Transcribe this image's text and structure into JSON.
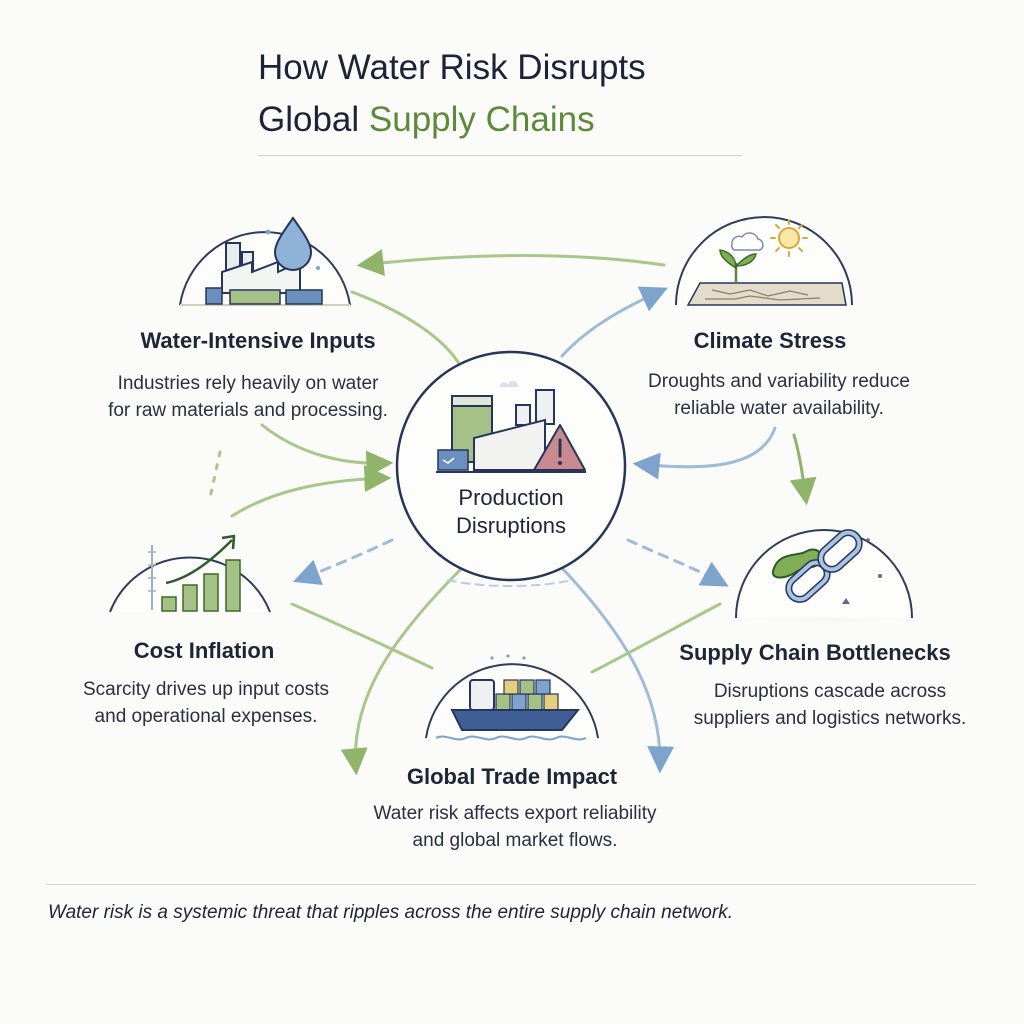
{
  "title": {
    "line1": "How Water Risk Disrupts",
    "line2_plain": "Global ",
    "line2_accent": "Supply Chains"
  },
  "center": {
    "label_line1": "Production",
    "label_line2": "Disruptions",
    "icon": "factory-warning-icon"
  },
  "nodes": {
    "water_inputs": {
      "title": "Water-Intensive Inputs",
      "desc_line1": "Industries rely heavily on water",
      "desc_line2": "for raw materials and processing.",
      "icon": "factory-water-drop-icon"
    },
    "climate_stress": {
      "title": "Climate Stress",
      "desc_line1": "Droughts and variability reduce",
      "desc_line2": "reliable water availability.",
      "icon": "drought-sun-icon"
    },
    "cost_inflation": {
      "title": "Cost Inflation",
      "desc_line1": "Scarcity drives up input costs",
      "desc_line2": "and operational expenses.",
      "icon": "rising-bar-chart-icon"
    },
    "bottlenecks": {
      "title": "Supply Chain Bottlenecks",
      "desc_line1": "Disruptions cascade across",
      "desc_line2": "suppliers and logistics networks.",
      "icon": "broken-chain-icon"
    },
    "global_trade": {
      "title": "Global Trade Impact",
      "desc_line1": "Water risk affects export reliability",
      "desc_line2": "and global market flows.",
      "icon": "cargo-ship-icon"
    }
  },
  "footer": "Water risk is a systemic threat that ripples across the entire supply chain network.",
  "colors": {
    "green": "#8fb46a",
    "blue": "#7ea3cc",
    "navy": "#27355a",
    "accent_green": "#5c8a3a",
    "warning_red": "#c98a8f"
  }
}
